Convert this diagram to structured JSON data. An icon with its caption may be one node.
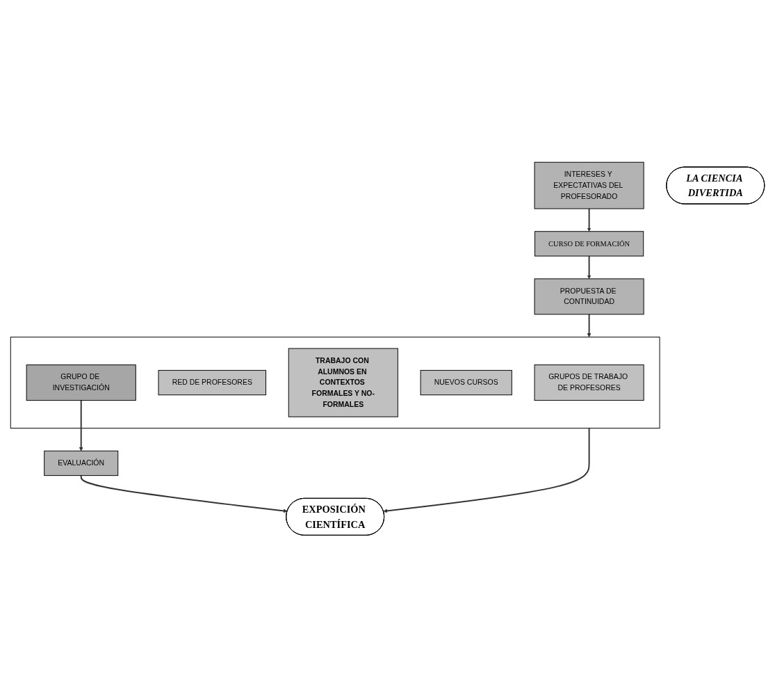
{
  "diagram": {
    "nodes": [
      {
        "text": [
          "INTERESES Y EXPECTATIVAS DEL PROFESORADO"
        ]
      },
      {
        "text": [
          "LA CIENCIA DIVERTIDA"
        ]
      },
      {
        "text": [
          "CURSO DE FORMACIÓN"
        ]
      },
      {
        "text": [
          "PROPUESTA DE CONTINUIDAD"
        ]
      },
      {
        "text": [],
        "shape": "box"
      },
      {
        "text": [
          "GRUPOS DE TRABAJO DE PROFESORES"
        ],
        "in": 4
      },
      {
        "text": [
          "RED DE PROFESORES"
        ],
        "in": 4
      },
      {
        "text": [
          "TRABAJO CON ALUMNOS EN CONTEXTOS FORMALES Y NO-FORMALES"
        ],
        "in": 4
      },
      {
        "text": [
          "NUEVOS CURSOS"
        ],
        "in": 4
      },
      {
        "text": [
          "GRUPO DE INVESTIGACIÓN"
        ],
        "in": 4
      },
      {
        "text": [
          "EXPOSICIÓN CIENTÍFICA"
        ]
      },
      {
        "text": [
          "EVALUACIÓN"
        ]
      }
    ],
    "edges": [
      {
        "from": 0,
        "to": 2,
        "arrow": "to"
      },
      {
        "from": 2,
        "to": 3,
        "arrow": "to"
      },
      {
        "from": 3,
        "to": 4,
        "arrow": "to"
      },
      {
        "from": 4,
        "to": 10,
        "arrow": "to"
      },
      {
        "from": 9,
        "to": 11,
        "arrow": "to"
      },
      {
        "from": 11,
        "to": 10,
        "arrow": "to"
      }
    ]
  }
}
